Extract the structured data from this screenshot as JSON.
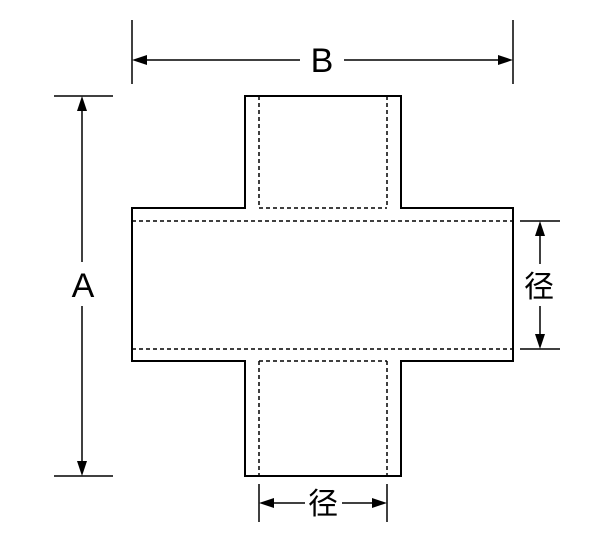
{
  "labels": {
    "width": "B",
    "height": "A",
    "run_diameter": "径",
    "branch_diameter": "径"
  }
}
